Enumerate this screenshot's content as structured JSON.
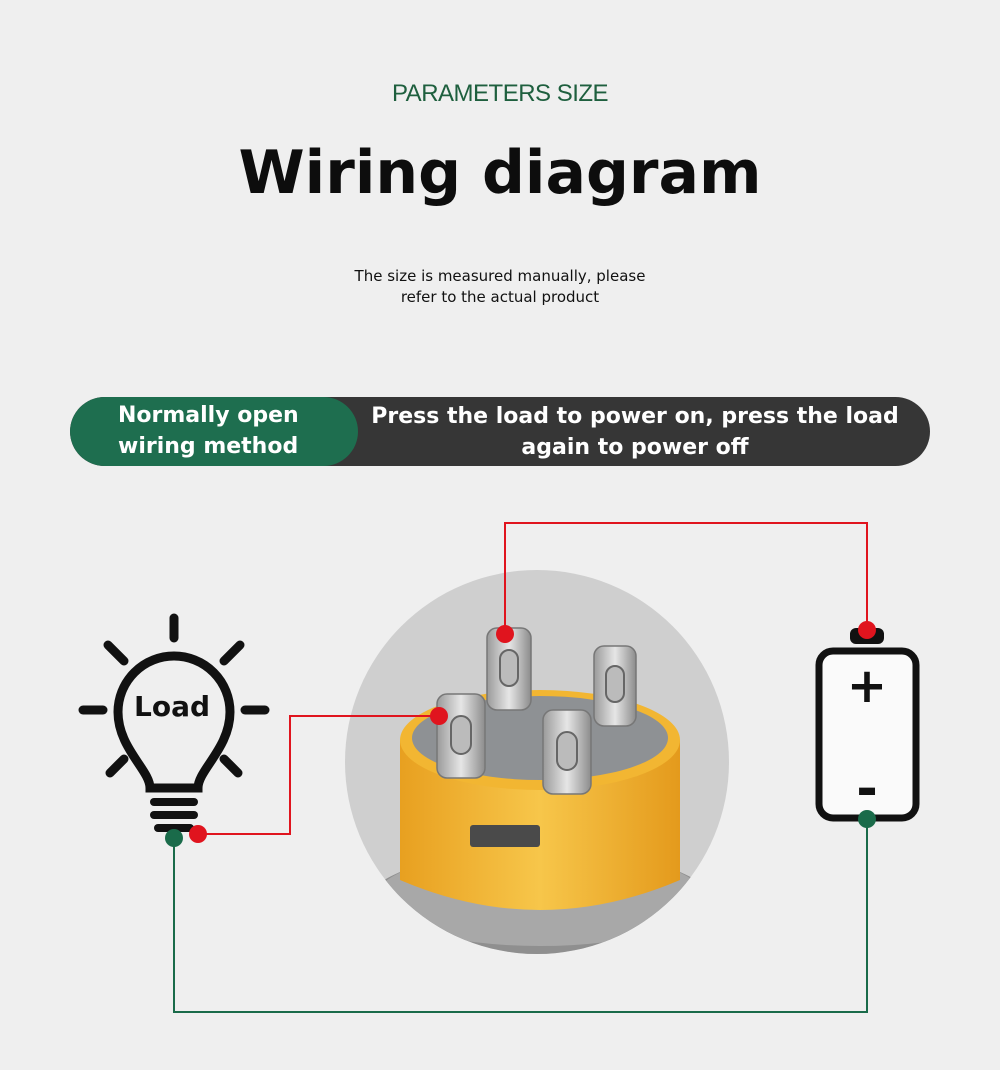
{
  "header": {
    "subtitle": "PARAMETERS SIZE",
    "title": "Wiring diagram",
    "note_line1": "The size is measured manually, please",
    "note_line2": "refer to the actual product"
  },
  "banner": {
    "left_line1": "Normally open",
    "left_line2": "wiring method",
    "right_line1": "Press the load to power on, press the load",
    "right_line2": "again to power off"
  },
  "diagram": {
    "load_label": "Load",
    "battery_plus": "+",
    "battery_minus": "-",
    "colors": {
      "positive_wire": "#e0141e",
      "negative_wire": "#1a6b4a",
      "accent_green": "#1e6e4f",
      "banner_dark": "#363636",
      "switch_body": "#f2b632"
    },
    "icons": [
      "light-bulb-icon",
      "battery-icon",
      "push-button-switch"
    ]
  }
}
